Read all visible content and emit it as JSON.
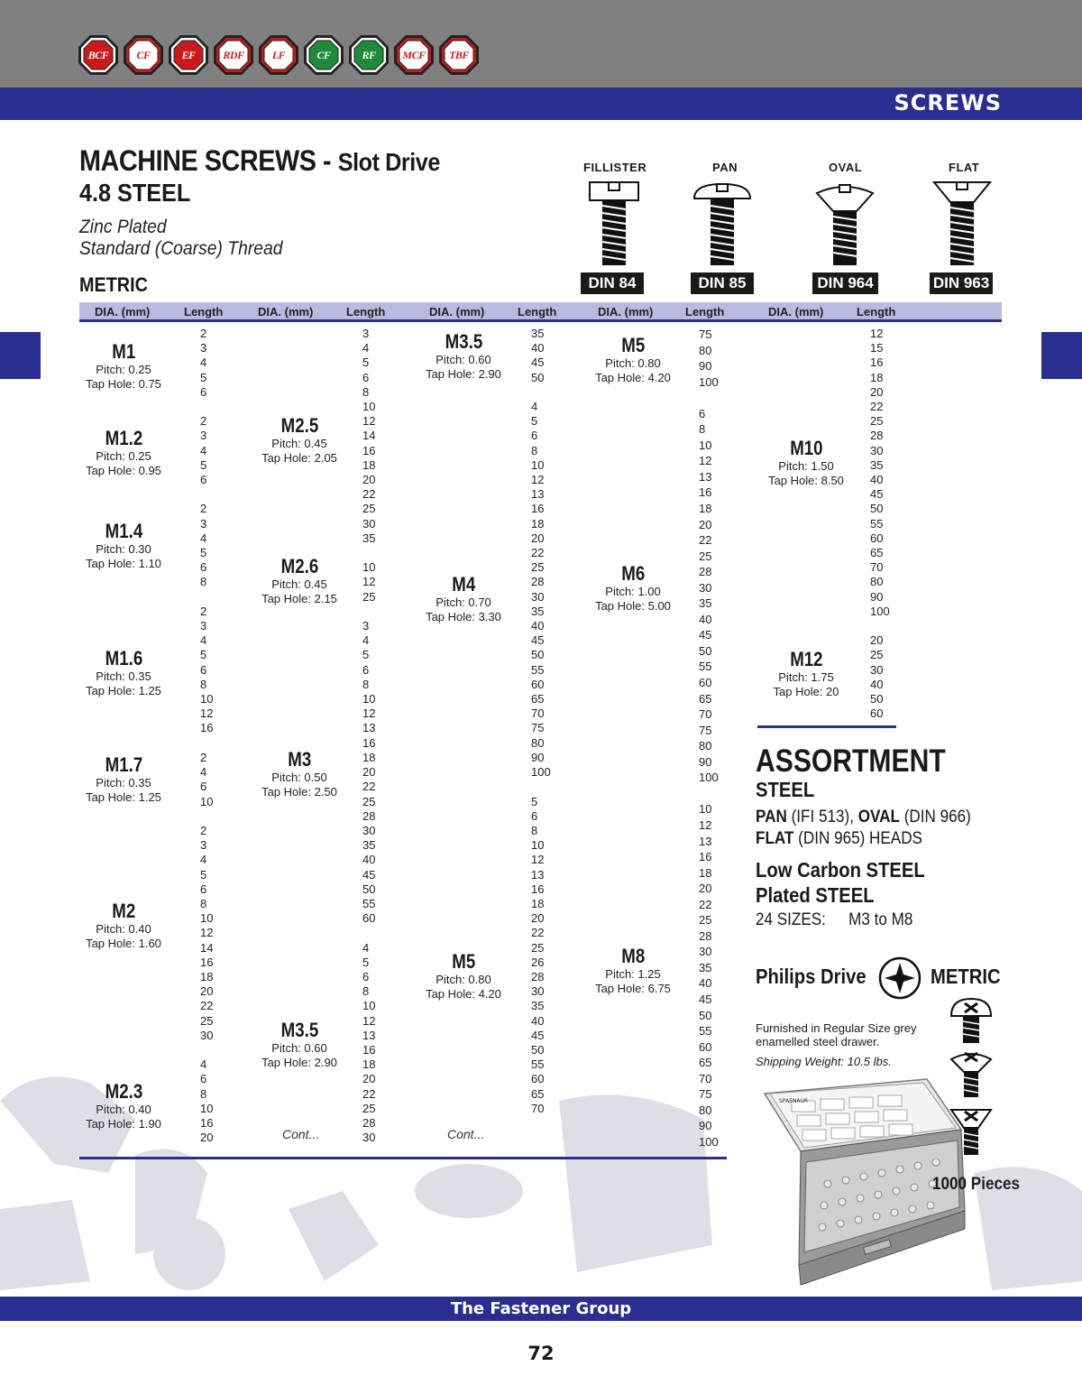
{
  "brands": [
    "BCF",
    "CF",
    "EF",
    "RDF",
    "LF",
    "CF",
    "RF",
    "MCF",
    "TBF"
  ],
  "section": "SCREWS",
  "title": {
    "main": "MACHINE SCREWS - ",
    "drive": "Slot Drive",
    "grade": "4.8 STEEL",
    "finish": "Zinc Plated",
    "thread": "Standard (Coarse) Thread",
    "system": "METRIC"
  },
  "heads": [
    {
      "label": "FILLISTER",
      "din": "DIN 84"
    },
    {
      "label": "PAN",
      "din": "DIN 85"
    },
    {
      "label": "OVAL",
      "din": "DIN 964"
    },
    {
      "label": "FLAT",
      "din": "DIN 963"
    }
  ],
  "columns": [
    "DIA. (mm)",
    "Length",
    "DIA. (mm)",
    "Length",
    "DIA. (mm)",
    "Length",
    "DIA. (mm)",
    "Length",
    "DIA. (mm)",
    "Length"
  ],
  "col1": {
    "sizes": [
      {
        "size": "M1",
        "pitch": "Pitch: 0.25",
        "tap": "Tap Hole: 0.75"
      },
      {
        "size": "M1.2",
        "pitch": "Pitch: 0.25",
        "tap": "Tap Hole: 0.95"
      },
      {
        "size": "M1.4",
        "pitch": "Pitch: 0.30",
        "tap": "Tap Hole: 1.10"
      },
      {
        "size": "M1.6",
        "pitch": "Pitch: 0.35",
        "tap": "Tap Hole: 1.25"
      },
      {
        "size": "M1.7",
        "pitch": "Pitch: 0.35",
        "tap": "Tap Hole: 1.25"
      },
      {
        "size": "M2",
        "pitch": "Pitch: 0.40",
        "tap": "Tap Hole: 1.60"
      },
      {
        "size": "M2.3",
        "pitch": "Pitch: 0.40",
        "tap": "Tap Hole: 1.90"
      }
    ],
    "lengths": [
      "2",
      "3",
      "4",
      "5",
      "6",
      "",
      "2",
      "3",
      "4",
      "5",
      "6",
      "",
      "2",
      "3",
      "4",
      "5",
      "6",
      "8",
      "",
      "2",
      "3",
      "4",
      "5",
      "6",
      "8",
      "10",
      "12",
      "16",
      "",
      "2",
      "4",
      "6",
      "10",
      "",
      "2",
      "3",
      "4",
      "5",
      "6",
      "8",
      "10",
      "12",
      "14",
      "16",
      "18",
      "20",
      "22",
      "25",
      "30",
      "",
      "4",
      "6",
      "8",
      "10",
      "16",
      "20"
    ]
  },
  "col2": {
    "sizes": [
      {
        "size": "M2.5",
        "pitch": "Pitch: 0.45",
        "tap": "Tap Hole: 2.05"
      },
      {
        "size": "M2.6",
        "pitch": "Pitch: 0.45",
        "tap": "Tap Hole: 2.15"
      },
      {
        "size": "M3",
        "pitch": "Pitch: 0.50",
        "tap": "Tap Hole: 2.50"
      },
      {
        "size": "M3.5",
        "pitch": "Pitch: 0.60",
        "tap": "Tap Hole: 2.90"
      }
    ],
    "lengths": [
      "3",
      "4",
      "5",
      "6",
      "8",
      "10",
      "12",
      "14",
      "16",
      "18",
      "20",
      "22",
      "25",
      "30",
      "35",
      "",
      "10",
      "12",
      "25",
      "",
      "3",
      "4",
      "5",
      "6",
      "8",
      "10",
      "12",
      "13",
      "16",
      "18",
      "20",
      "22",
      "25",
      "28",
      "30",
      "35",
      "40",
      "45",
      "50",
      "55",
      "60",
      "",
      "4",
      "5",
      "6",
      "8",
      "10",
      "12",
      "13",
      "16",
      "18",
      "20",
      "22",
      "25",
      "28",
      "30"
    ],
    "cont": "Cont..."
  },
  "col3": {
    "sizes": [
      {
        "size": "M3.5",
        "pitch": "Pitch: 0.60",
        "tap": "Tap Hole: 2.90"
      },
      {
        "size": "M4",
        "pitch": "Pitch: 0.70",
        "tap": "Tap Hole: 3.30"
      },
      {
        "size": "M5",
        "pitch": "Pitch: 0.80",
        "tap": "Tap Hole: 4.20"
      }
    ],
    "lengths": [
      "35",
      "40",
      "45",
      "50",
      "",
      "4",
      "5",
      "6",
      "8",
      "10",
      "12",
      "13",
      "16",
      "18",
      "20",
      "22",
      "25",
      "28",
      "30",
      "35",
      "40",
      "45",
      "50",
      "55",
      "60",
      "65",
      "70",
      "75",
      "80",
      "90",
      "100",
      "",
      "5",
      "6",
      "8",
      "10",
      "12",
      "13",
      "16",
      "18",
      "20",
      "22",
      "25",
      "26",
      "28",
      "30",
      "35",
      "40",
      "45",
      "50",
      "55",
      "60",
      "65",
      "70"
    ],
    "cont": "Cont..."
  },
  "col4": {
    "sizes": [
      {
        "size": "M5",
        "pitch": "Pitch: 0.80",
        "tap": "Tap Hole: 4.20"
      },
      {
        "size": "M6",
        "pitch": "Pitch: 1.00",
        "tap": "Tap Hole: 5.00"
      },
      {
        "size": "M8",
        "pitch": "Pitch: 1.25",
        "tap": "Tap Hole: 6.75"
      }
    ],
    "lengths": [
      "75",
      "80",
      "90",
      "100",
      "",
      "6",
      "8",
      "10",
      "12",
      "13",
      "16",
      "18",
      "20",
      "22",
      "25",
      "28",
      "30",
      "35",
      "40",
      "45",
      "50",
      "55",
      "60",
      "65",
      "70",
      "75",
      "80",
      "90",
      "100",
      "",
      "10",
      "12",
      "13",
      "16",
      "18",
      "20",
      "22",
      "25",
      "28",
      "30",
      "35",
      "40",
      "45",
      "50",
      "55",
      "60",
      "65",
      "70",
      "75",
      "80",
      "90",
      "100"
    ]
  },
  "col5": {
    "sizes": [
      {
        "size": "M10",
        "pitch": "Pitch: 1.50",
        "tap": "Tap Hole: 8.50"
      },
      {
        "size": "M12",
        "pitch": "Pitch: 1.75",
        "tap": "Tap Hole: 20"
      }
    ],
    "lengths": [
      "12",
      "15",
      "16",
      "18",
      "20",
      "22",
      "25",
      "28",
      "30",
      "35",
      "40",
      "45",
      "50",
      "55",
      "60",
      "65",
      "70",
      "80",
      "90",
      "100",
      "",
      "20",
      "25",
      "30",
      "40",
      "50",
      "60"
    ]
  },
  "assortment": {
    "title": "ASSORTMENT",
    "material": "STEEL",
    "heads1_a": "PAN",
    "heads1_b": " (IFI 513), ",
    "heads1_c": "OVAL",
    "heads1_d": " (DIN 966)",
    "heads2_a": "FLAT",
    "heads2_b": " (DIN 965) HEADS",
    "line1": "Low Carbon STEEL",
    "line2": "Plated STEEL",
    "sizes_label": "24 SIZES:",
    "sizes_range": "M3 to M8",
    "drive": "Philips Drive",
    "system": "METRIC",
    "furnished": "Furnished in Regular Size grey enamelled steel drawer.",
    "weight": "Shipping Weight: 10.5 lbs.",
    "pieces": "1000 Pieces",
    "drawer_brand": "SPAENAUR"
  },
  "footer": "The Fastener Group",
  "page": "72",
  "colors": {
    "navy": "#2a2e8f",
    "header_gray": "#808080",
    "col_head": "#b9badf",
    "brand_red": "#cc1a1a",
    "brand_green": "#1f8a3a"
  }
}
